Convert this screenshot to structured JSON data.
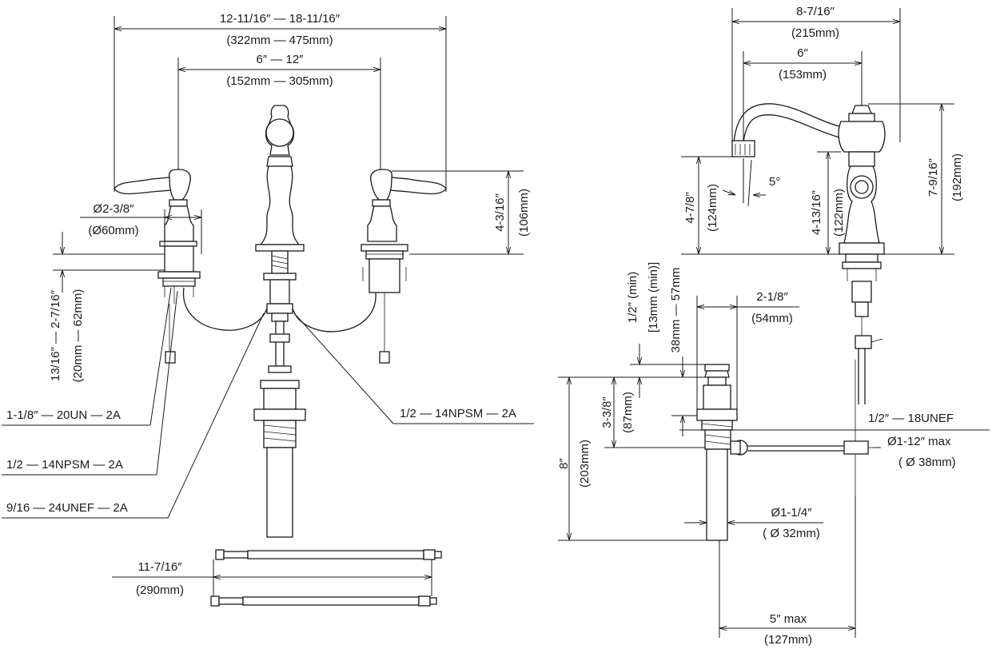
{
  "left_view": {
    "overall_width": {
      "imperial": "12-11/16″ — 18-11/16″",
      "metric": "(322mm — 475mm)"
    },
    "center_spread": {
      "imperial": "6″ — 12″",
      "metric": "(152mm — 305mm)"
    },
    "handle_height": {
      "imperial": "4-3/16″",
      "metric": "(106mm)"
    },
    "base_diameter": {
      "imperial": "Ø2-3/8″",
      "metric": "(Ø60mm)"
    },
    "deck_thickness": {
      "imperial": "13/16″ — 2-7/16″",
      "metric": "(20mm — 62mm)"
    },
    "thread_callouts": [
      "1-1/8″ — 20UN — 2A",
      "1/2 — 14NPSM — 2A",
      "9/16 — 24UNEF — 2A",
      "1/2 — 14NPSM — 2A"
    ],
    "hose_length": {
      "imperial": "11-7/16″",
      "metric": "(290mm)"
    }
  },
  "right_view": {
    "overall_depth": {
      "imperial": "8-7/16″",
      "metric": "(215mm)"
    },
    "spout_reach": {
      "imperial": "6″",
      "metric": "(153mm)"
    },
    "spout_height": {
      "imperial": "4-7/8″",
      "metric": "(124mm)"
    },
    "spout_angle": "5°",
    "body_height": {
      "imperial": "4-13/16″",
      "metric": "(122mm)"
    },
    "total_height": {
      "imperial": "7-9/16″",
      "metric": "(192mm)"
    },
    "drain_min": {
      "imperial": "1/2″ (min)",
      "metric": "[13mm (min)]"
    },
    "drain_range": "38mm — 57mm",
    "drain_flange": {
      "imperial": "2-1/8″",
      "metric": "(54mm)"
    },
    "drain_depth": {
      "imperial": "3-3/8″",
      "metric": "(87mm)"
    },
    "drain_length": {
      "imperial": "8″",
      "metric": "(203mm)"
    },
    "thread_callout": "1/2″ — 18UNEF",
    "tailpiece_diameter": {
      "imperial": "Ø1-12″ max",
      "metric": "( Ø 38mm)"
    },
    "outlet_diameter": {
      "imperial": "Ø1-1/4″",
      "metric": "( Ø 32mm)"
    },
    "rod_reach": {
      "imperial": "5″ max",
      "metric": "(127mm)"
    }
  }
}
